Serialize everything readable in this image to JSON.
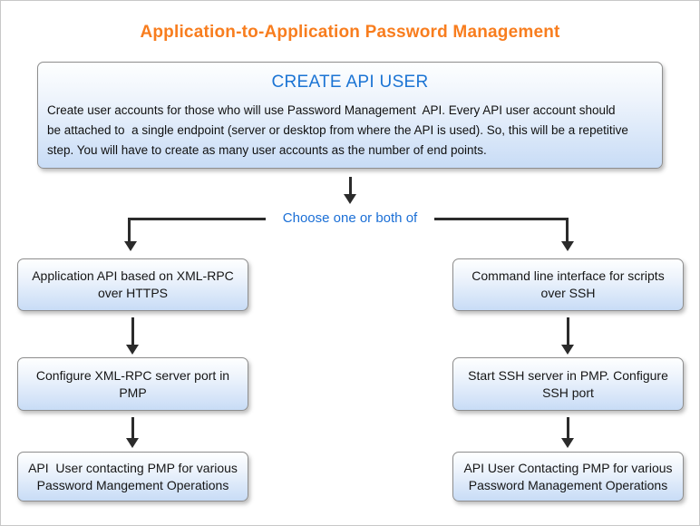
{
  "title": "Application-to-Application Password Management",
  "colors": {
    "title_orange": "#f87d1e",
    "heading_blue": "#1b74d4",
    "choose_label_blue": "#1b6fd6",
    "box_border_gray": "#8e8e8e",
    "box_gradient_top": "#feffff",
    "box_gradient_bottom": "#c8dcf6",
    "arrow_dark": "#2b2b2b"
  },
  "create_box": {
    "heading": "CREATE API USER",
    "body_lines": [
      "Create user accounts for those who will use Password Management  API. Every API user account should",
      "be attached to  a single endpoint (server or desktop from where the API is used). So, this will be a repetitive",
      "step. You will have to create as many user accounts as the number of end points."
    ]
  },
  "choose_label": "Choose one or both of",
  "icons": {
    "down_arrow": "arrowhead-triangle-down"
  },
  "left_branch": {
    "steps": [
      {
        "line1": "Application API based on XML-RPC",
        "line2": "over HTTPS"
      },
      {
        "line1": "Configure XML-RPC server port in",
        "line2": "PMP"
      },
      {
        "line1": "API  User contacting PMP for various",
        "line2": "Password Mangement Operations"
      }
    ]
  },
  "right_branch": {
    "steps": [
      {
        "line1": "Command line interface for scripts",
        "line2": "over SSH"
      },
      {
        "line1": "Start SSH server in PMP. Configure",
        "line2": "SSH port"
      },
      {
        "line1": "API User Contacting PMP for various",
        "line2": "Password Management Operations"
      }
    ]
  }
}
